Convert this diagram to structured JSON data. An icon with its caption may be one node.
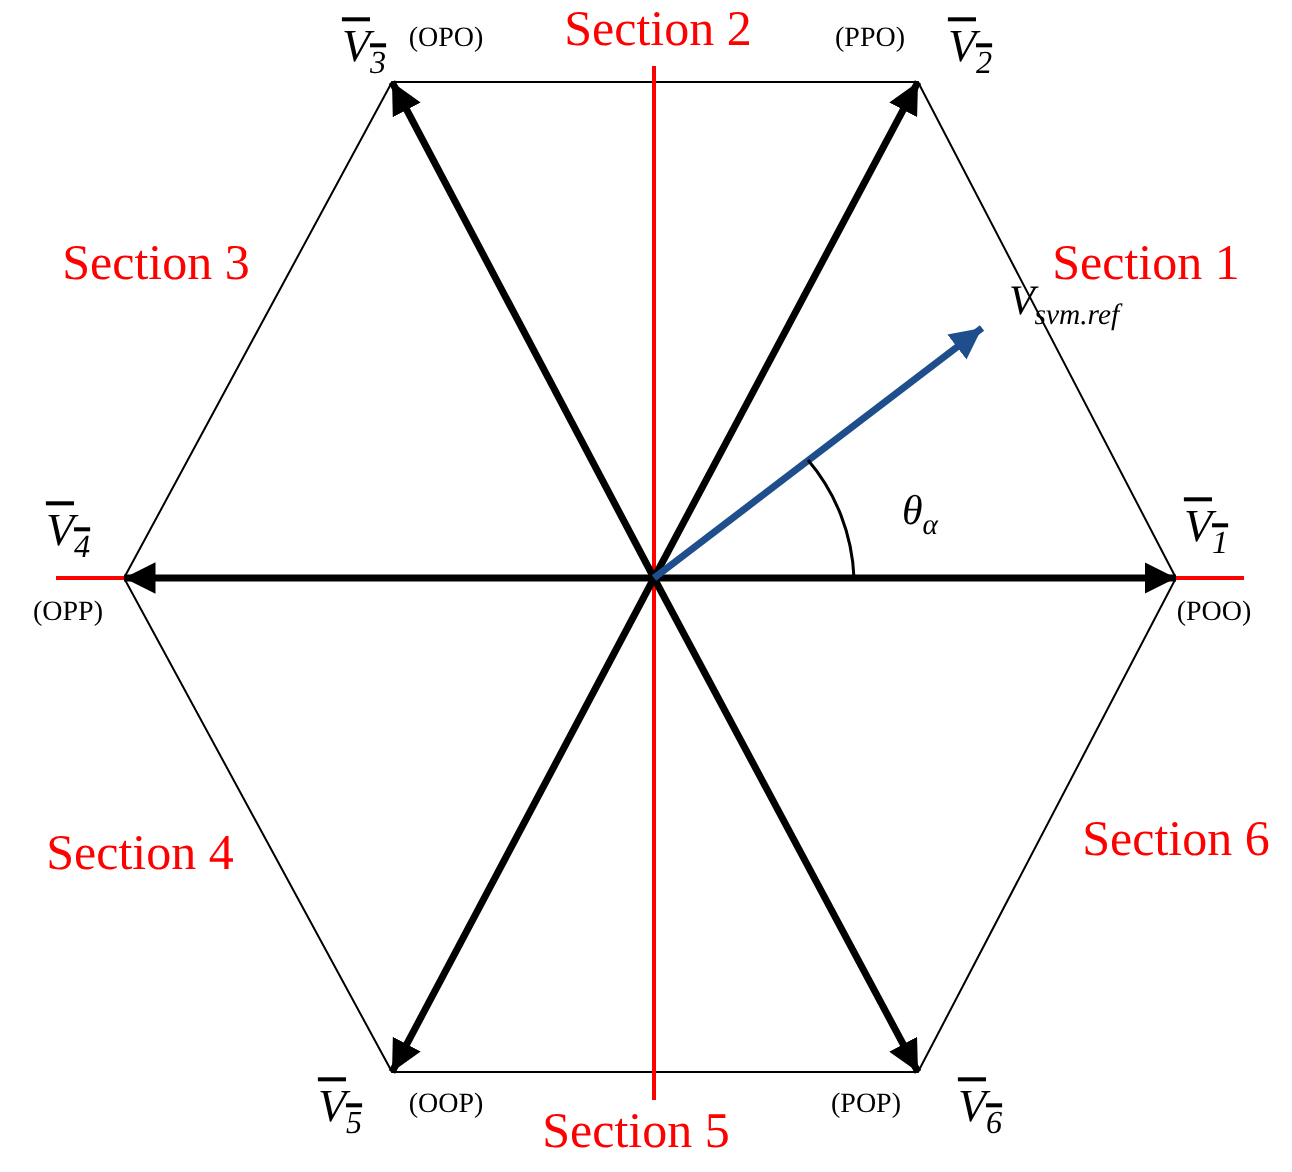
{
  "diagram": {
    "labels": [
      "V$_{3}$",
      "(OPO)",
      "Section 2",
      "(PPO)",
      "V$_{2}$",
      "Section 3",
      "Section 1",
      "V$_{svm.ref}$",
      "θ$_{α}$",
      "V$_{4}$",
      "V$_{1}$",
      "(OPP)",
      "(POO)",
      "Section 4",
      "Section 6",
      "V$_{5}$",
      "(OOP)",
      "(POP)",
      "V$_{6}$",
      "Section 5"
    ]
  }
}
